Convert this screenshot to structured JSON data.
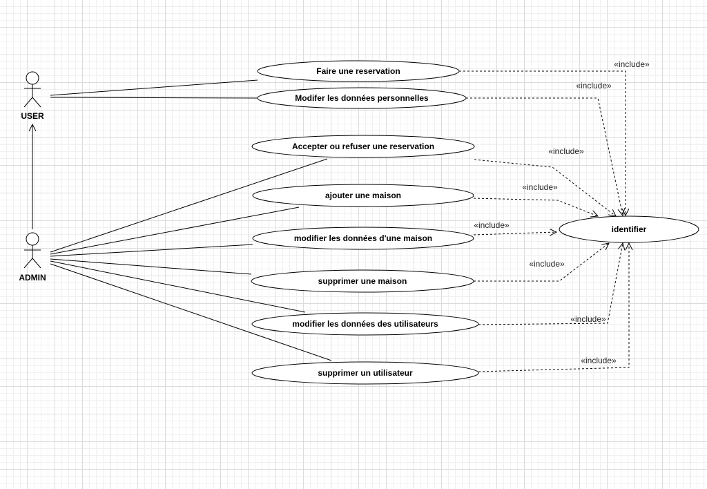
{
  "diagram": {
    "type": "uml-use-case",
    "actors": [
      {
        "id": "user",
        "label": "USER"
      },
      {
        "id": "admin",
        "label": "ADMIN"
      }
    ],
    "use_cases": [
      {
        "id": "faire_reservation",
        "label": "Faire une reservation"
      },
      {
        "id": "modifier_perso",
        "label": "Modifer les données personnelles"
      },
      {
        "id": "accepter_refuser",
        "label": "Accepter ou refuser une reservation"
      },
      {
        "id": "ajouter_maison",
        "label": "ajouter une maison"
      },
      {
        "id": "modifier_maison",
        "label": "modifier les données d'une maison"
      },
      {
        "id": "supprimer_maison",
        "label": "supprimer une maison"
      },
      {
        "id": "modifier_utilisateurs",
        "label": "modifier les données des utilisateurs"
      },
      {
        "id": "supprimer_utilisateur",
        "label": "supprimer un utilisateur"
      },
      {
        "id": "identifier",
        "label": "identifier"
      }
    ],
    "associations": [
      {
        "from": "user",
        "to": "faire_reservation"
      },
      {
        "from": "user",
        "to": "modifier_perso"
      },
      {
        "from": "admin",
        "to": "accepter_refuser"
      },
      {
        "from": "admin",
        "to": "ajouter_maison"
      },
      {
        "from": "admin",
        "to": "modifier_maison"
      },
      {
        "from": "admin",
        "to": "supprimer_maison"
      },
      {
        "from": "admin",
        "to": "modifier_utilisateurs"
      },
      {
        "from": "admin",
        "to": "supprimer_utilisateur"
      }
    ],
    "generalizations": [
      {
        "from": "admin",
        "to": "user"
      }
    ],
    "includes": [
      {
        "from": "faire_reservation",
        "to": "identifier",
        "stereotype": "«include»"
      },
      {
        "from": "modifier_perso",
        "to": "identifier",
        "stereotype": "«include»"
      },
      {
        "from": "accepter_refuser",
        "to": "identifier",
        "stereotype": "«include»"
      },
      {
        "from": "ajouter_maison",
        "to": "identifier",
        "stereotype": "«include»"
      },
      {
        "from": "modifier_maison",
        "to": "identifier",
        "stereotype": "«include»"
      },
      {
        "from": "supprimer_maison",
        "to": "identifier",
        "stereotype": "«include»"
      },
      {
        "from": "modifier_utilisateurs",
        "to": "identifier",
        "stereotype": "«include»"
      },
      {
        "from": "supprimer_utilisateur",
        "to": "identifier",
        "stereotype": "«include»"
      }
    ]
  }
}
